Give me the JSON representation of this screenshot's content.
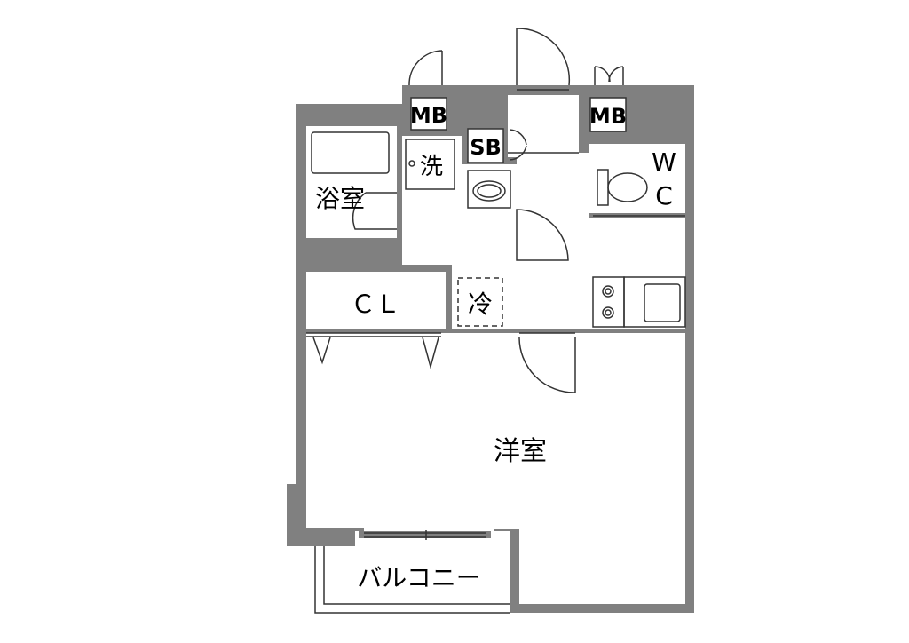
{
  "labels": {
    "mb_left": "MB",
    "mb_right": "MB",
    "sb": "SB",
    "washer": "洗",
    "bathroom": "浴室",
    "wc_w": "W",
    "wc_c": "C",
    "closet": "ＣＬ",
    "fridge": "冷",
    "western_room": "洋室",
    "balcony": "バルコニー"
  },
  "colors": {
    "wall": "#808080",
    "line": "#333333",
    "floor": "#ffffff"
  }
}
